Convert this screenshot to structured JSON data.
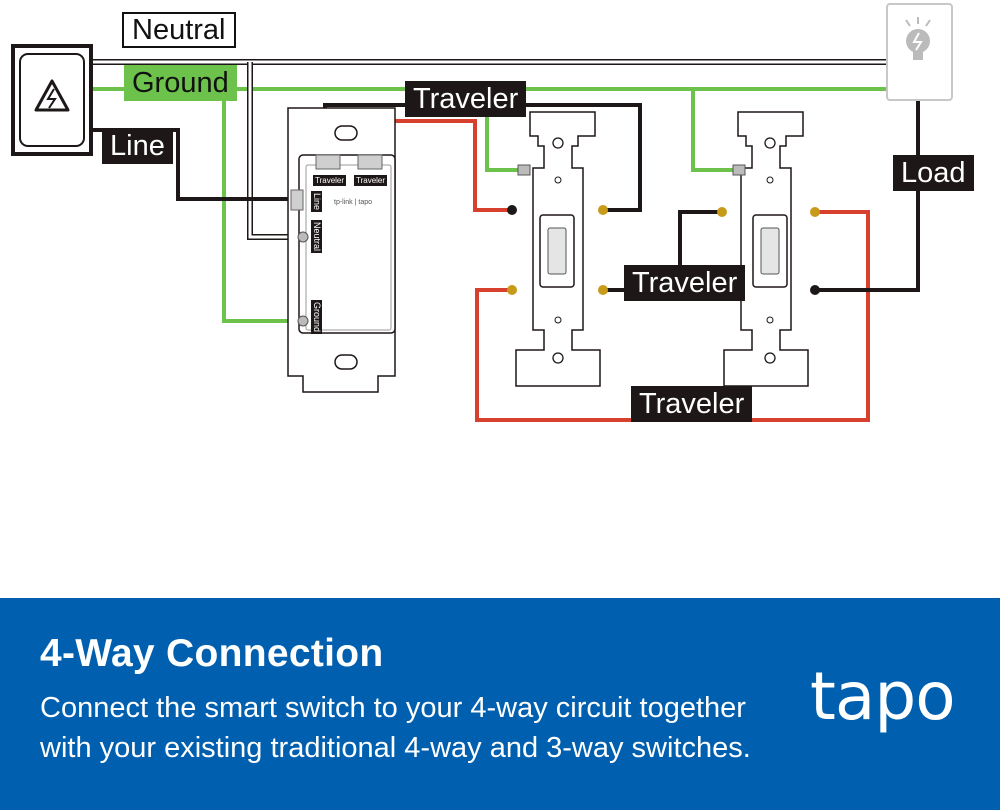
{
  "labels": {
    "neutral": "Neutral",
    "ground": "Ground",
    "line": "Line",
    "traveler_top": "Traveler",
    "traveler_mid": "Traveler",
    "traveler_bottom": "Traveler",
    "load": "Load"
  },
  "module": {
    "terminal_traveler_1": "Traveler",
    "terminal_traveler_2": "Traveler",
    "terminal_line": "Line",
    "terminal_neutral": "Neutral",
    "terminal_ground": "Ground",
    "brand": "tp-link | tapo"
  },
  "banner": {
    "title": "4-Way Connection",
    "description": "Connect the smart switch to your 4-way circuit together with your existing traditional 4-way and 3-way switches.",
    "logo": "tapo"
  },
  "colors": {
    "ground_wire": "#6cc24a",
    "traveler_red": "#d6402c",
    "wire_black": "#1e1717",
    "banner_bg": "#005fae"
  }
}
